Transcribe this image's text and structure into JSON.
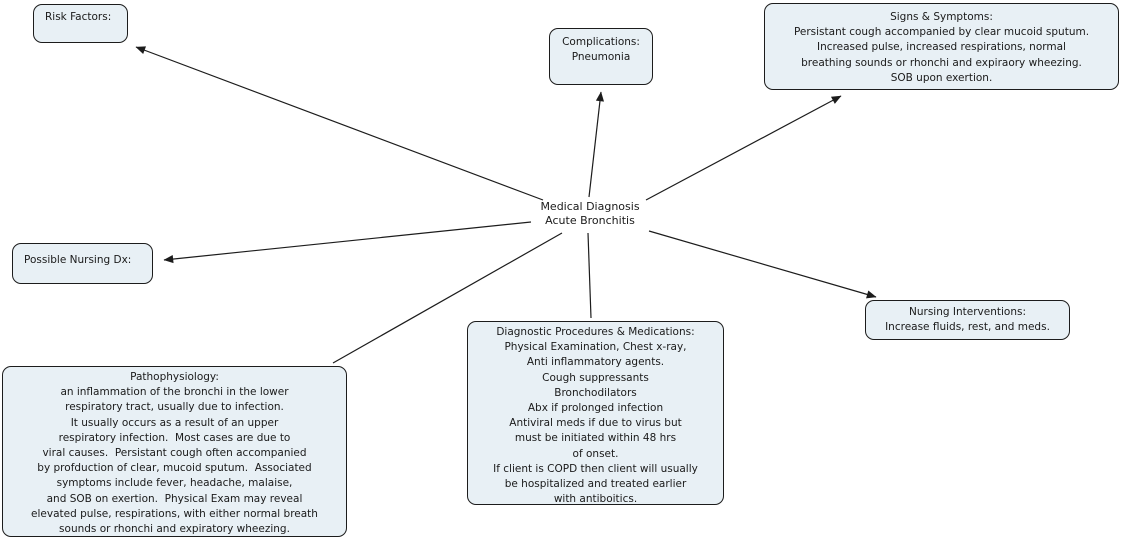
{
  "colors": {
    "background": "#ffffff",
    "node_fill": "#e8f0f5",
    "node_border": "#1c1c1c",
    "connector": "#1c1c1c",
    "text": "#1a1a1a"
  },
  "center_node": {
    "text": "Medical Diagnosis\nAcute Bronchitis"
  },
  "nodes": {
    "risk_factors": {
      "label": "Risk Factors:"
    },
    "complications": {
      "label": "Complications:\nPneumonia"
    },
    "signs_symptoms": {
      "label": "Signs & Symptoms:\nPersistant cough accompanied by clear mucoid sputum.\nIncreased pulse, increased respirations, normal\nbreathing sounds or rhonchi and expiraory wheezing.\nSOB upon exertion."
    },
    "possible_nursing_dx": {
      "label": "Possible Nursing Dx:"
    },
    "pathophysiology": {
      "label": "Pathophysiology:\nan inflammation of the bronchi in the lower\nrespiratory tract, usually due to infection.\nIt usually occurs as a result of an upper\nrespiratory infection.  Most cases are due to\nviral causes.  Persistant cough often accompanied\nby profduction of clear, mucoid sputum.  Associated\nsymptoms include fever, headache, malaise,\nand SOB on exertion.  Physical Exam may reveal\nelevated pulse, respirations, with either normal breath\nsounds or rhonchi and expiratory wheezing."
    },
    "diagnostic_procedures": {
      "label": "Diagnostic Procedures & Medications:\nPhysical Examination, Chest x-ray,\nAnti inflammatory agents.\nCough suppressants\nBronchodilators\nAbx if prolonged infection\nAntiviral meds if due to virus but\nmust be initiated within 48 hrs\nof onset.\nIf client is COPD then client will usually\nbe hospitalized and treated earlier\nwith antiboitics."
    },
    "nursing_interventions": {
      "label": "Nursing Interventions:\nIncrease fluids, rest, and meds."
    }
  }
}
